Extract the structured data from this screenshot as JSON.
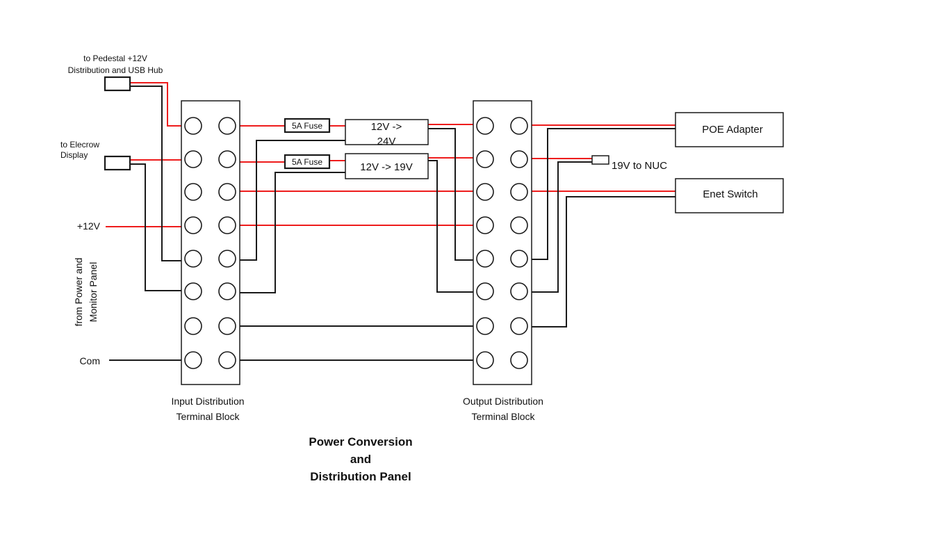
{
  "diagram": {
    "title_lines": [
      "Power Conversion",
      "and",
      "Distribution Panel"
    ],
    "input_block_label": [
      "Input Distribution",
      "Terminal Block"
    ],
    "output_block_label": [
      "Output Distribution",
      "Terminal Block"
    ],
    "connectors": {
      "pedestal": [
        "to Pedestal +12V",
        "Distribution and USB Hub"
      ],
      "elecrow": [
        "to Elecrow",
        "Display"
      ],
      "nuc": "19V to NUC"
    },
    "source_labels": {
      "plus12v": "+12V",
      "com": "Com",
      "from_panel": [
        "from Power and",
        "Monitor Panel"
      ]
    },
    "fuses": [
      "5A Fuse",
      "5A Fuse"
    ],
    "converters": {
      "to24v": [
        "12V ->",
        "24V"
      ],
      "to19v": "12V -> 19V"
    },
    "devices": {
      "poe": "POE Adapter",
      "enet": "Enet Switch"
    },
    "terminal_rows": 8,
    "wire_colors": {
      "positive": "#ee1c1c",
      "common": "#1a1a1a"
    }
  }
}
